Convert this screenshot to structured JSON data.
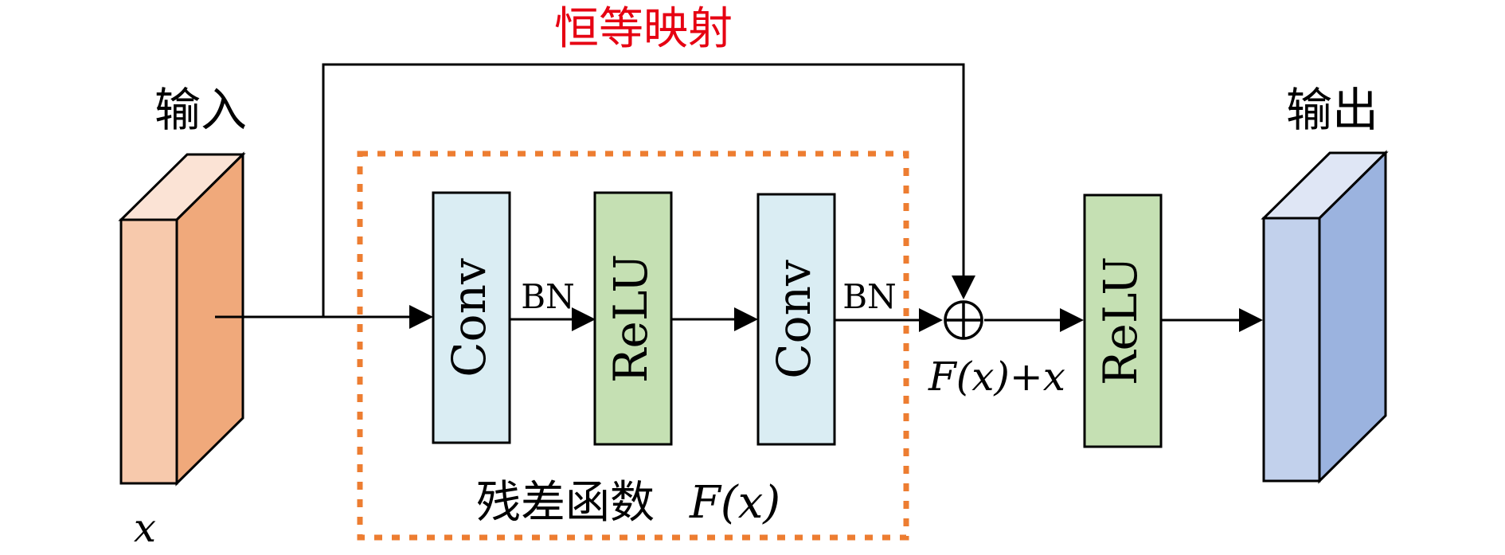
{
  "diagram": {
    "title": "恒等映射",
    "input_label": "输入",
    "input_var": "x",
    "output_label": "输出",
    "residual_label": "残差函数",
    "residual_fx": "F(x)",
    "sum_label": "F(x)+x",
    "blocks": {
      "conv1": "Conv",
      "bn1": "BN",
      "relu1": "ReLU",
      "conv2": "Conv",
      "bn2": "BN",
      "relu2": "ReLU"
    },
    "colors": {
      "title": "#e60012",
      "input_front": "#f7c9ac",
      "input_top": "#fbe3d5",
      "input_side": "#f0a97b",
      "output_front": "#c2d1ec",
      "output_top": "#dfe6f5",
      "output_side": "#9bb3df",
      "conv": "#daedf3",
      "relu": "#c5e0b3",
      "dashed_box": "#ed7d31",
      "line": "#000000"
    }
  }
}
